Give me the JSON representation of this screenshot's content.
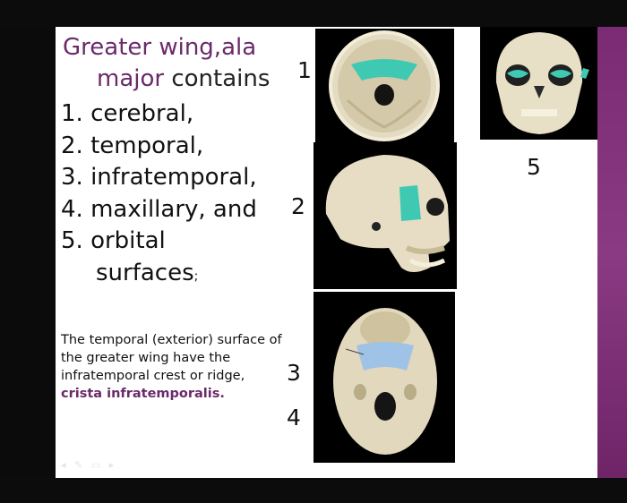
{
  "title": {
    "line1": "Greater wing,ala",
    "line2_purple": "major",
    "line2_rest": " contains"
  },
  "items": [
    {
      "label": "1. cerebral,"
    },
    {
      "label": "2. temporal,"
    },
    {
      "label": "3. infratemporal,"
    },
    {
      "label": "4. maxillary, and"
    },
    {
      "label": "5. orbital"
    }
  ],
  "items_continuation": "surfaces",
  "items_end": ";",
  "paragraph": {
    "text": "The temporal (exterior) surface of the greater wing have the infratemporal crest or ridge,",
    "latin": "crista infratemporalis."
  },
  "labels": {
    "n1": "1",
    "n2": "2",
    "n3": "3",
    "n4": "4",
    "n5": "5"
  },
  "colors": {
    "highlight": "#3fc9b3",
    "highlight_blue": "#9ec3e6",
    "accent_purple": "#6a2a6a",
    "bone": "#e8e0c8"
  }
}
